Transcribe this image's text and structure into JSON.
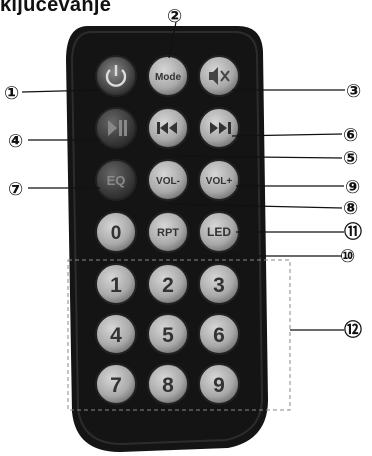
{
  "header": {
    "text": "ključevanje"
  },
  "buttons": {
    "power": {
      "label": ""
    },
    "mode": {
      "label": "Mode"
    },
    "mute": {
      "label": ""
    },
    "play_pause": {
      "label": ""
    },
    "prev": {
      "label": ""
    },
    "next": {
      "label": ""
    },
    "eq": {
      "label": "EQ"
    },
    "vol_minus": {
      "label": "VOL-"
    },
    "vol_plus": {
      "label": "VOL+"
    },
    "zero": {
      "label": "0"
    },
    "rpt": {
      "label": "RPT"
    },
    "led": {
      "label": "LED"
    },
    "n1": {
      "label": "1"
    },
    "n2": {
      "label": "2"
    },
    "n3": {
      "label": "3"
    },
    "n4": {
      "label": "4"
    },
    "n5": {
      "label": "5"
    },
    "n6": {
      "label": "6"
    },
    "n7": {
      "label": "7"
    },
    "n8": {
      "label": "8"
    },
    "n9": {
      "label": "9"
    }
  },
  "callouts": {
    "c1": "①",
    "c2": "②",
    "c3": "③",
    "c4": "④",
    "c5": "⑤",
    "c6": "⑥",
    "c7": "⑦",
    "c8": "⑧",
    "c9": "⑨",
    "c10": "⑩",
    "c11": "⑪",
    "c12": "⑫"
  },
  "colors": {
    "remote_body": "#1b1b1b",
    "button_face": "#b8b8b8",
    "button_dark": "#555555",
    "power_button": "#3a3a3a"
  }
}
